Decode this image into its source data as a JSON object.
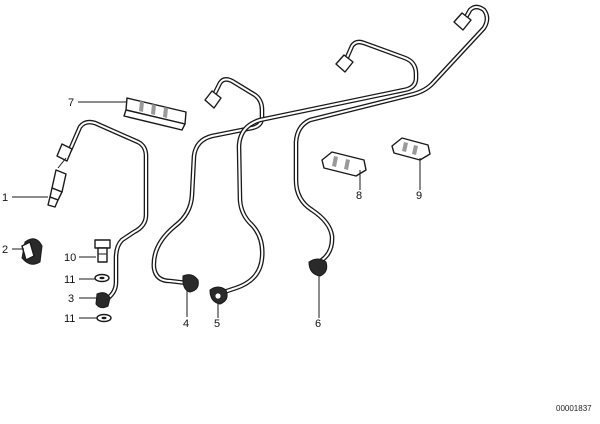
{
  "callouts": [
    {
      "id": "1",
      "label": "1"
    },
    {
      "id": "2",
      "label": "2"
    },
    {
      "id": "3",
      "label": "3"
    },
    {
      "id": "4",
      "label": "4"
    },
    {
      "id": "5",
      "label": "5"
    },
    {
      "id": "6",
      "label": "6"
    },
    {
      "id": "7",
      "label": "7"
    },
    {
      "id": "8",
      "label": "8"
    },
    {
      "id": "9",
      "label": "9"
    },
    {
      "id": "10",
      "label": "10"
    },
    {
      "id": "11a",
      "label": "11"
    },
    {
      "id": "11b",
      "label": "11"
    }
  ],
  "reference_number": "00001837",
  "colors": {
    "line": "#1a1a1a",
    "background": "#ffffff"
  }
}
